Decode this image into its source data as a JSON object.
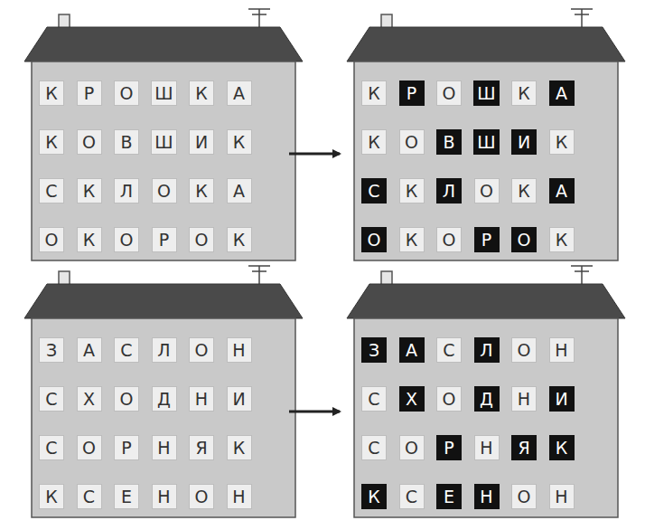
{
  "diagram": {
    "nodes": [
      {
        "text": [
          "К"
        ]
      },
      {
        "text": [
          "Р"
        ]
      },
      {
        "text": [
          "О"
        ]
      },
      {
        "text": [
          "Ш"
        ]
      },
      {
        "text": [
          "К"
        ]
      },
      {
        "text": [
          "А"
        ]
      },
      {
        "text": [
          "К"
        ]
      },
      {
        "text": [
          "О"
        ]
      },
      {
        "text": [
          "В"
        ]
      },
      {
        "text": [
          "Ш"
        ]
      },
      {
        "text": [
          "И"
        ]
      },
      {
        "text": [
          "К"
        ]
      },
      {
        "text": [
          "С"
        ]
      },
      {
        "text": [
          "К"
        ]
      },
      {
        "text": [
          "Л"
        ]
      },
      {
        "text": [
          "О"
        ]
      },
      {
        "text": [
          "К"
        ]
      },
      {
        "text": [
          "А"
        ]
      },
      {
        "text": [
          "О"
        ]
      },
      {
        "text": [
          "К"
        ]
      },
      {
        "text": [
          "О"
        ]
      },
      {
        "text": [
          "Р"
        ]
      },
      {
        "text": [
          "О"
        ]
      },
      {
        "text": [
          "К"
        ]
      },
      {
        "text": [
          "К"
        ]
      },
      {
        "text": [
          "Р"
        ]
      },
      {
        "text": [
          "О"
        ]
      },
      {
        "text": [
          "Ш"
        ]
      },
      {
        "text": [
          "К"
        ]
      },
      {
        "text": [
          "А"
        ]
      },
      {
        "text": [
          "К"
        ]
      },
      {
        "text": [
          "О"
        ]
      },
      {
        "text": [
          "В"
        ]
      },
      {
        "text": [
          "Ш"
        ]
      },
      {
        "text": [
          "И"
        ]
      },
      {
        "text": [
          "К"
        ]
      },
      {
        "text": [
          "С"
        ]
      },
      {
        "text": [
          "К"
        ]
      },
      {
        "text": [
          "Л"
        ]
      },
      {
        "text": [
          "О"
        ]
      },
      {
        "text": [
          "К"
        ]
      },
      {
        "text": [
          "А"
        ]
      },
      {
        "text": [
          "О"
        ]
      },
      {
        "text": [
          "К"
        ]
      },
      {
        "text": [
          "О"
        ]
      },
      {
        "text": [
          "Р"
        ]
      },
      {
        "text": [
          "О"
        ]
      },
      {
        "text": [
          "К"
        ]
      },
      {
        "text": [
          "З"
        ]
      },
      {
        "text": [
          "А"
        ]
      },
      {
        "text": [
          "С"
        ]
      },
      {
        "text": [
          "Л"
        ]
      },
      {
        "text": [
          "О"
        ]
      },
      {
        "text": [
          "Н"
        ]
      },
      {
        "text": [
          "С"
        ]
      },
      {
        "text": [
          "Х"
        ]
      },
      {
        "text": [
          "О"
        ]
      },
      {
        "text": [
          "Д"
        ]
      },
      {
        "text": [
          "Н"
        ]
      },
      {
        "text": [
          "И"
        ]
      },
      {
        "text": [
          "С"
        ]
      },
      {
        "text": [
          "О"
        ]
      },
      {
        "text": [
          "Р"
        ]
      },
      {
        "text": [
          "Н"
        ]
      },
      {
        "text": [
          "Я"
        ]
      },
      {
        "text": [
          "К"
        ]
      },
      {
        "text": [
          "К"
        ]
      },
      {
        "text": [
          "С"
        ]
      },
      {
        "text": [
          "Е"
        ]
      },
      {
        "text": [
          "Н"
        ]
      },
      {
        "text": [
          "О"
        ]
      },
      {
        "text": [
          "Н"
        ]
      },
      {
        "text": [
          "З"
        ]
      },
      {
        "text": [
          "А"
        ]
      },
      {
        "text": [
          "С"
        ]
      },
      {
        "text": [
          "Л"
        ]
      },
      {
        "text": [
          "О"
        ]
      },
      {
        "text": [
          "Н"
        ]
      },
      {
        "text": [
          "С"
        ]
      },
      {
        "text": [
          "Х"
        ]
      },
      {
        "text": [
          "О"
        ]
      },
      {
        "text": [
          "Д"
        ]
      },
      {
        "text": [
          "Н"
        ]
      },
      {
        "text": [
          "И"
        ]
      },
      {
        "text": [
          "С"
        ]
      },
      {
        "text": [
          "О"
        ]
      },
      {
        "text": [
          "Р"
        ]
      },
      {
        "text": [
          "Н"
        ]
      },
      {
        "text": [
          "Я"
        ]
      },
      {
        "text": [
          "К"
        ]
      },
      {
        "text": [
          "К"
        ]
      },
      {
        "text": [
          "С"
        ]
      },
      {
        "text": [
          "Е"
        ]
      },
      {
        "text": [
          "Н"
        ]
      },
      {
        "text": [
          "О"
        ]
      },
      {
        "text": [
          "Н"
        ]
      }
    ]
  }
}
